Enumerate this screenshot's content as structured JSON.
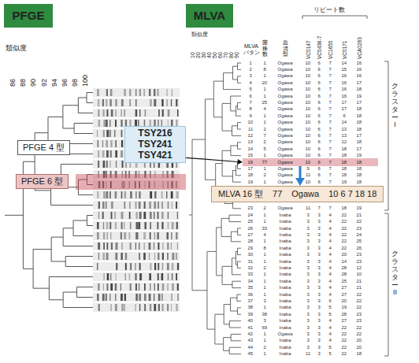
{
  "diagram": {
    "nodes": [
      {
        "text": [
          "PFGE"
        ]
      },
      {
        "text": [
          "MLVA"
        ]
      },
      {
        "text": [
          "PFGE 4 型"
        ]
      },
      {
        "text": [
          "PFGE 6 型"
        ]
      },
      {
        "text": [
          "TSY216 TSY241 TSY421"
        ]
      },
      {
        "text": [
          "16",
          "77",
          "Ogawa",
          "10",
          "6",
          "7",
          "18",
          "18"
        ]
      },
      {
        "text": [
          "MLVA 16 型",
          "77",
          "Ogawa",
          "10 6 7 18 18"
        ]
      }
    ],
    "edges": [
      {
        "from": 4,
        "to": 5,
        "arrow": "to"
      },
      {
        "from": 5,
        "to": 6,
        "arrow": "to"
      }
    ],
    "labels": [
      "類似度",
      "86",
      "88",
      "90",
      "92",
      "94",
      "96",
      "98",
      "100",
      "類似度",
      "10",
      "20",
      "30",
      "40",
      "50",
      "60",
      "70",
      "80",
      "90",
      "MLVA パタン",
      "菌株数",
      "血清型",
      "リピート数",
      "VC0147",
      "VC0436-7",
      "VC1650",
      "VC0171",
      "VCA0283",
      "クラスター I",
      "クラスター II",
      "1",
      "1",
      "Ogawa",
      "10",
      "6",
      "7",
      "14",
      "16",
      "2",
      "8",
      "Ogawa",
      "10",
      "6",
      "7",
      "15",
      "16",
      "3",
      "1",
      "Ogawa",
      "10",
      "6",
      "7",
      "16",
      "16",
      "4",
      "20",
      "Ogawa",
      "10",
      "6",
      "7",
      "16",
      "17",
      "5",
      "1",
      "Ogawa",
      "10",
      "6",
      "7",
      "16",
      "18",
      "6",
      "1",
      "Ogawa",
      "10",
      "6",
      "7",
      "16",
      "19",
      "7",
      "25",
      "Ogawa",
      "10",
      "6",
      "7",
      "17",
      "17",
      "8",
      "4",
      "Ogawa",
      "10",
      "6",
      "7",
      "17",
      "18",
      "9",
      "1",
      "Ogawa",
      "10",
      "6",
      "7",
      "6",
      "18",
      "10",
      "1",
      "Ogawa",
      "10",
      "6",
      "7",
      "14",
      "18",
      "11",
      "2",
      "Ogawa",
      "10",
      "6",
      "7",
      "13",
      "18",
      "12",
      "7",
      "Ogawa",
      "10",
      "6",
      "7",
      "13",
      "17",
      "13",
      "2",
      "Ogawa",
      "10",
      "6",
      "7",
      "12",
      "18",
      "14",
      "5",
      "Ogawa",
      "10",
      "6",
      "7",
      "18",
      "17",
      "15",
      "1",
      "Ogawa",
      "10",
      "6",
      "7",
      "18",
      "19",
      "17",
      "1",
      "Ogawa",
      "9",
      "6",
      "7",
      "18",
      "18",
      "18",
      "2",
      "Ogawa",
      "11",
      "6",
      "7",
      "18",
      "18",
      "19",
      "1",
      "Ogawa",
      "10",
      "6",
      "7",
      "19",
      "18",
      "23",
      "2",
      "Ogawa",
      "11",
      "7",
      "7",
      "18",
      "19",
      "24",
      "1",
      "Inaba",
      "3",
      "3",
      "4",
      "22",
      "21",
      "25",
      "1",
      "Inaba",
      "3",
      "3",
      "4",
      "22",
      "22",
      "26",
      "33",
      "Inaba",
      "3",
      "3",
      "4",
      "22",
      "23",
      "27",
      "4",
      "Inaba",
      "3",
      "3",
      "4",
      "22",
      "24",
      "28",
      "1",
      "Inaba",
      "3",
      "3",
      "4",
      "22",
      "25",
      "29",
      "8",
      "Inaba",
      "3",
      "3",
      "4",
      "22",
      "26",
      "30",
      "1",
      "Inaba",
      "3",
      "3",
      "4",
      "20",
      "23",
      "31",
      "1",
      "Inaba",
      "3",
      "3",
      "4",
      "14",
      "23",
      "32",
      "2",
      "Inaba",
      "3",
      "3",
      "4",
      "28",
      "12",
      "33",
      "1",
      "Inaba",
      "3",
      "3",
      "4",
      "28",
      "10",
      "34",
      "1",
      "Inaba",
      "3",
      "3",
      "4",
      "25",
      "21",
      "35",
      "1",
      "Inaba",
      "3",
      "3",
      "4",
      "27",
      "21",
      "36",
      "1",
      "Inaba",
      "3",
      "3",
      "4",
      "27",
      "22",
      "37",
      "3",
      "Inaba",
      "3",
      "3",
      "6",
      "20",
      "22",
      "38",
      "1",
      "Inaba",
      "3",
      "3",
      "5",
      "19",
      "22",
      "39",
      "38",
      "Inaba",
      "3",
      "3",
      "5",
      "28",
      "23",
      "40",
      "3",
      "Inaba",
      "3",
      "3",
      "4",
      "27",
      "23",
      "41",
      "69",
      "Inaba",
      "3",
      "3",
      "4",
      "22",
      "22",
      "42",
      "1",
      "Ogawa",
      "3",
      "3",
      "4",
      "22",
      "22",
      "43",
      "1",
      "Inaba",
      "3",
      "3",
      "4",
      "22",
      "20",
      "44",
      "2",
      "Inaba",
      "3",
      "3",
      "5",
      "22",
      "20",
      "45",
      "1",
      "Inaba",
      "11",
      "3",
      "5",
      "22",
      "18"
    ]
  }
}
